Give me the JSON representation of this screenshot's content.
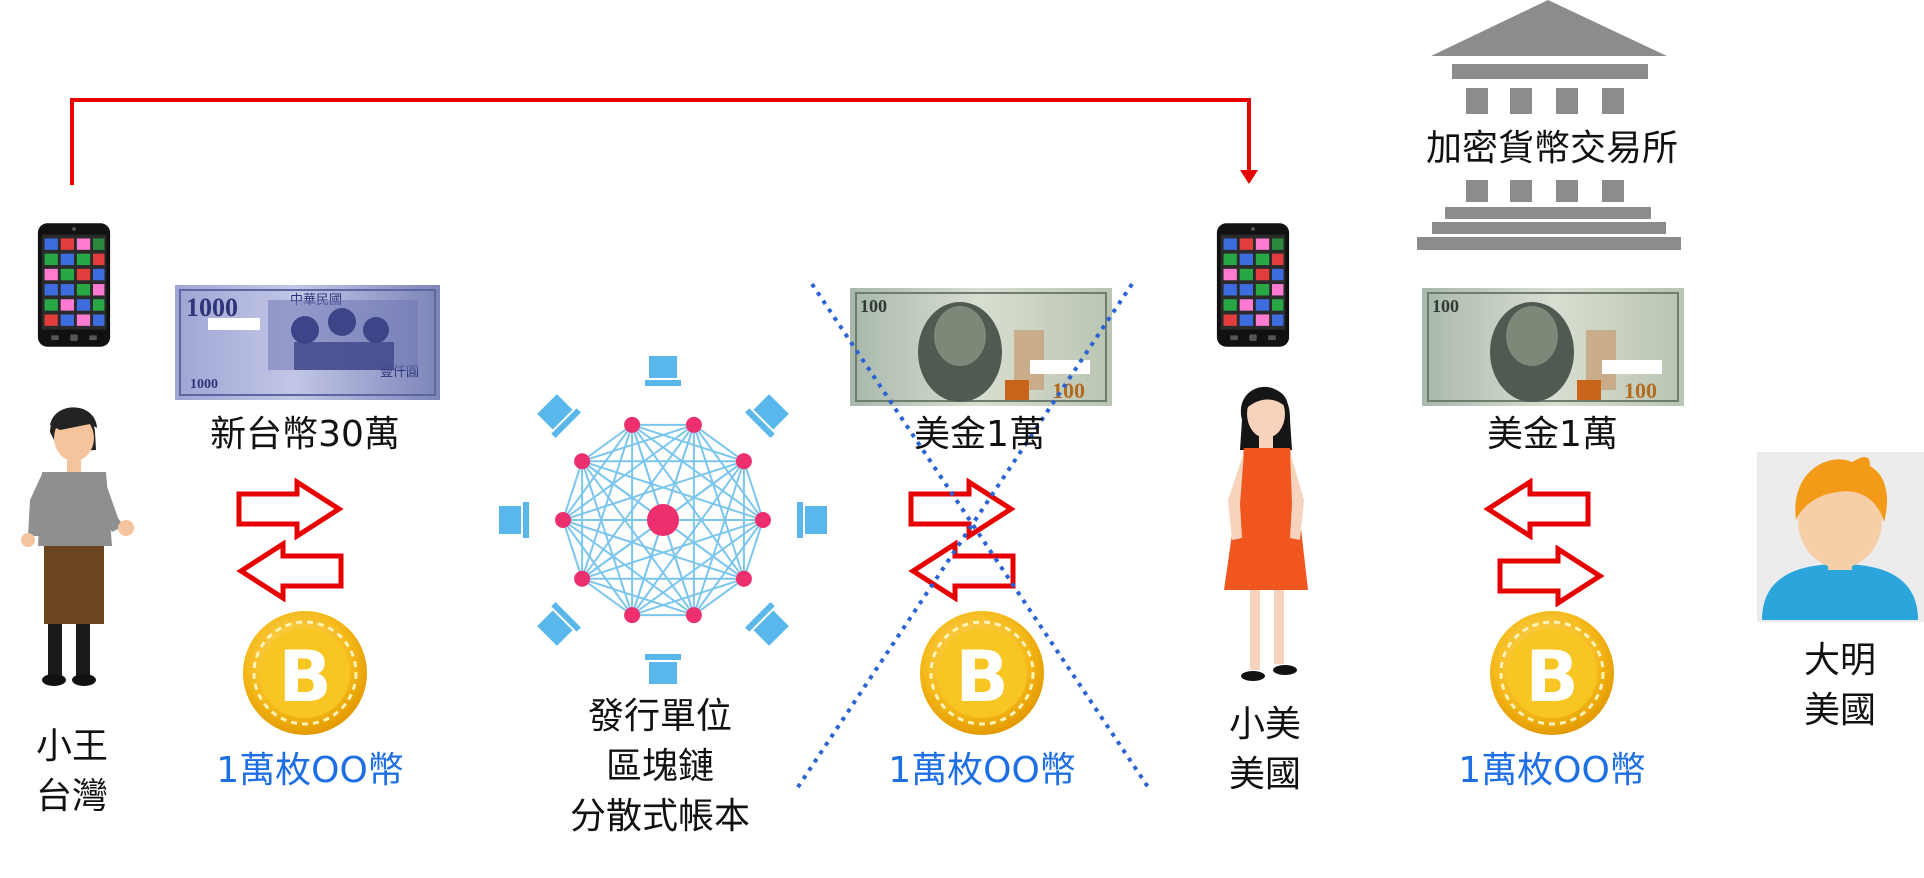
{
  "colors": {
    "flow_line": "#e60000",
    "exchange_building": "#8c8c8c",
    "coin_label": "#1d6fe3",
    "network_node": "#ee2f6d",
    "network_edge": "#7cc6ee",
    "network_device": "#5ab7ec",
    "cross_out": "#2a63d4"
  },
  "people": {
    "wang": {
      "name": "小王",
      "location": "台灣"
    },
    "mei": {
      "name": "小美",
      "location": "美國"
    },
    "daming": {
      "name": "大明",
      "location": "美國"
    }
  },
  "ledger": {
    "line1": "發行單位",
    "line2": "區塊鏈",
    "line3": "分散式帳本"
  },
  "exchange": {
    "label": "加密貨幣交易所"
  },
  "money": {
    "twd": {
      "label": "新台幣30萬",
      "note_value": "1000",
      "note_value_small": "1000",
      "note_issuer": "中華民國",
      "note_words": "壹仟圓"
    },
    "usd_crossed": {
      "label": "美金1萬",
      "note_value": "100",
      "note_value_small": "100"
    },
    "usd_exchange": {
      "label": "美金1萬",
      "note_value": "100",
      "note_value_small": "100"
    }
  },
  "coins": {
    "wang": {
      "label": "1萬枚OO幣",
      "symbol": "B"
    },
    "mei": {
      "label": "1萬枚OO幣",
      "symbol": "B"
    },
    "exchange": {
      "label": "1萬枚OO幣",
      "symbol": "B"
    }
  },
  "icons": {
    "phone": "smartphone-icon",
    "person": "person-icon",
    "avatar": "user-avatar-icon",
    "coin": "bitcoin-coin-icon",
    "building": "bank-building-icon",
    "arrow": "hollow-arrow-icon",
    "network": "blockchain-network-icon"
  }
}
